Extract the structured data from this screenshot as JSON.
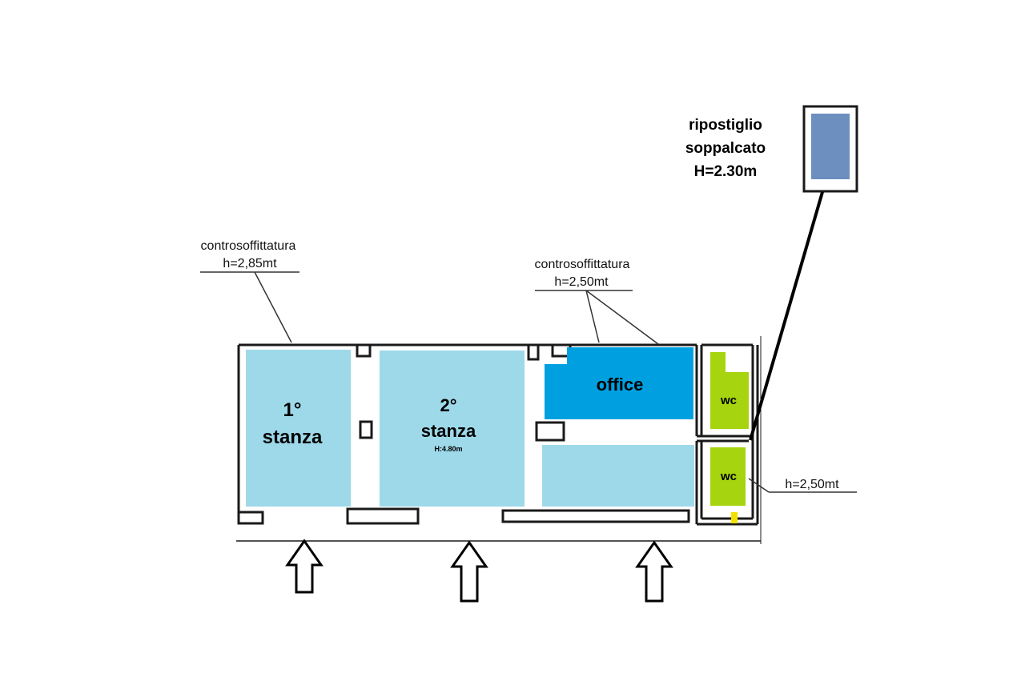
{
  "rooms": {
    "room1": {
      "line1": "1°",
      "line2": "stanza"
    },
    "room2": {
      "line1": "2°",
      "line2": "stanza",
      "height": "H:4.80m"
    },
    "office": {
      "label": "office"
    },
    "wc_upper": {
      "label": "wc"
    },
    "wc_lower": {
      "label": "wc"
    }
  },
  "storage": {
    "line1": "ripostiglio",
    "line2": "soppalcato",
    "line3": "H=2.30m"
  },
  "annotations": {
    "left_ceiling": {
      "title": "controsoffittatura",
      "height": "h=2,85mt"
    },
    "right_ceiling": {
      "title": "controsoffittatura",
      "height": "h=2,50mt"
    },
    "wc_ceiling": {
      "height": "h=2,50mt"
    }
  },
  "colors": {
    "room_light_blue": "#9ed9ea",
    "office_blue": "#00a0e0",
    "wc_green": "#a6d40f",
    "storage_blue": "#6c8fbf",
    "wall": "#1a1a1a"
  }
}
